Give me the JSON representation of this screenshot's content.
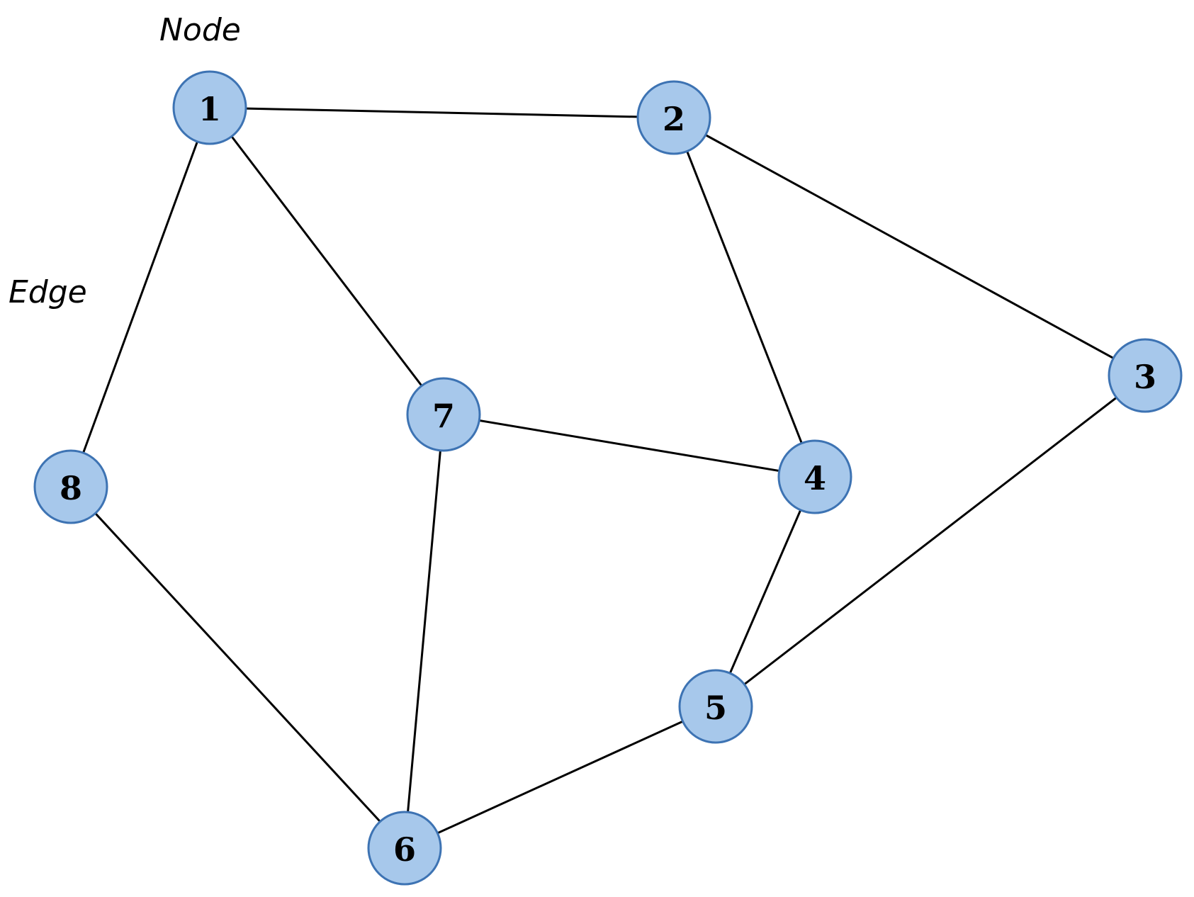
{
  "annotations": {
    "node_label": "Node",
    "edge_label": "Edge"
  },
  "colors": {
    "node_fill": "#a7c8eb",
    "node_stroke": "#3d73b3",
    "edge": "#000000"
  },
  "nodes": [
    {
      "id": "1",
      "label": "1"
    },
    {
      "id": "2",
      "label": "2"
    },
    {
      "id": "3",
      "label": "3"
    },
    {
      "id": "4",
      "label": "4"
    },
    {
      "id": "5",
      "label": "5"
    },
    {
      "id": "6",
      "label": "6"
    },
    {
      "id": "7",
      "label": "7"
    },
    {
      "id": "8",
      "label": "8"
    }
  ],
  "edges": [
    [
      "1",
      "2"
    ],
    [
      "1",
      "7"
    ],
    [
      "1",
      "8"
    ],
    [
      "2",
      "3"
    ],
    [
      "2",
      "4"
    ],
    [
      "3",
      "5"
    ],
    [
      "7",
      "4"
    ],
    [
      "7",
      "6"
    ],
    [
      "4",
      "5"
    ],
    [
      "5",
      "6"
    ],
    [
      "8",
      "6"
    ]
  ]
}
